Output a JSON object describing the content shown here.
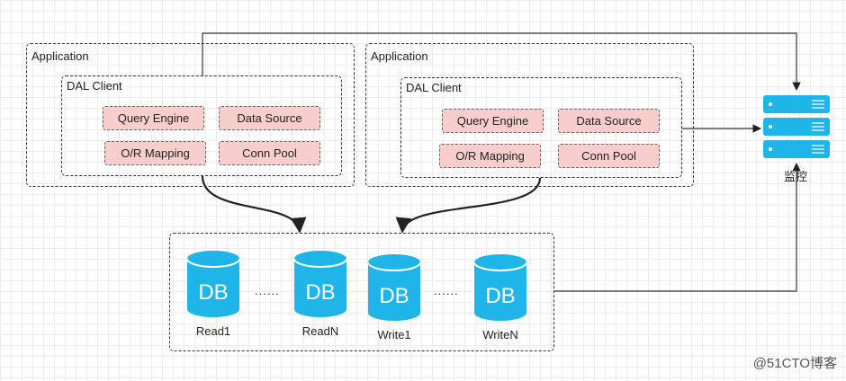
{
  "apps": [
    {
      "title": "Application",
      "client_title": "DAL Client",
      "modules": [
        "Query Engine",
        "Data Source",
        "O/R Mapping",
        "Conn Pool"
      ]
    },
    {
      "title": "Application",
      "client_title": "DAL Client",
      "modules": [
        "Query Engine",
        "Data Source",
        "O/R Mapping",
        "Conn Pool"
      ]
    }
  ],
  "databases": [
    {
      "icon_text": "DB",
      "label": "Read1"
    },
    {
      "icon_text": "DB",
      "label": "ReadN"
    },
    {
      "icon_text": "DB",
      "label": "Write1"
    },
    {
      "icon_text": "DB",
      "label": "WriteN"
    }
  ],
  "separators": [
    "......",
    "......"
  ],
  "monitor": {
    "label": "监控",
    "icon": "server-stack-icon"
  },
  "watermark": "@51CTO博客",
  "colors": {
    "module_fill": "#f8cecc",
    "db_fill": "#1fb5e8",
    "server_fill": "#1fb5e8",
    "line": "#333333"
  }
}
